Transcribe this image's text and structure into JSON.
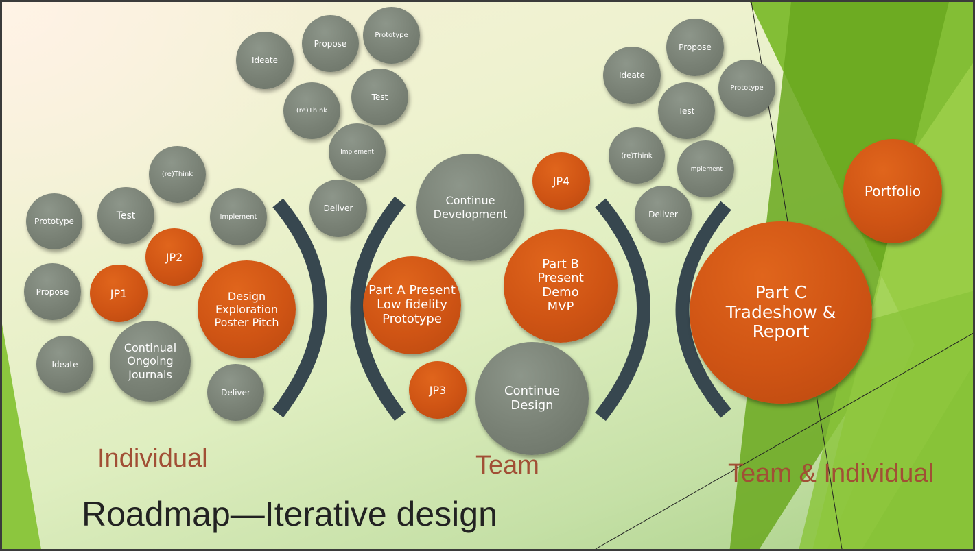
{
  "title": "Roadmap—Iterative design",
  "labels": {
    "individual": "Individual",
    "team": "Team",
    "team_individual": "Team & Individual"
  },
  "colors": {
    "gray_bubble": "#798175",
    "orange_bubble": "#cf5414",
    "bracket": "#37474f",
    "label_text": "#a14f35",
    "accent_green": "#7dbb2d"
  },
  "bubbles": {
    "s1_prototype": "Prototype",
    "s1_test": "Test",
    "s1_rethink": "(re)Think",
    "s1_implement": "Implement",
    "s1_propose": "Propose",
    "s1_jp1": "JP1",
    "s1_jp2": "JP2",
    "s1_ideate": "Ideate",
    "s1_journals": "Continual Ongoing Journals",
    "s1_design": "Design Exploration Poster Pitch",
    "s1_deliver": "Deliver",
    "s2_ideate": "Ideate",
    "s2_propose": "Propose",
    "s2_prototype": "Prototype",
    "s2_rethink": "(re)Think",
    "s2_test": "Test",
    "s2_implement": "Implement",
    "s2_deliver": "Deliver",
    "s2_continue_dev": "Continue Development",
    "s2_jp4": "JP4",
    "s2_part_a": "Part A Present Low fidelity Prototype",
    "s2_part_b": "Part B Present Demo MVP",
    "s2_jp3": "JP3",
    "s2_continue_design": "Continue Design",
    "s3_ideate": "Ideate",
    "s3_propose": "Propose",
    "s3_prototype": "Prototype",
    "s3_test": "Test",
    "s3_rethink": "(re)Think",
    "s3_implement": "Implement",
    "s3_deliver": "Deliver",
    "s3_part_c": "Part C Tradeshow & Report",
    "s3_portfolio": "Portfolio"
  }
}
